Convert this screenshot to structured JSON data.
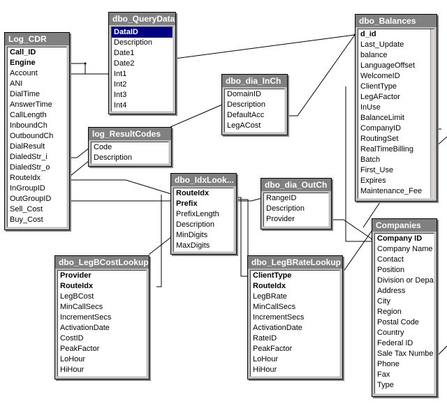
{
  "tables": {
    "log_cdr": {
      "title": "Log_CDR",
      "fields": [
        "Call_ID",
        "Engine",
        "Account",
        "ANI",
        "DialTime",
        "AnswerTime",
        "CallLength",
        "InboundCh",
        "OutboundCh",
        "DialResult",
        "DialedStr_i",
        "DialedStr_o",
        "RouteIdx",
        "InGroupID",
        "OutGroupID",
        "Sell_Cost",
        "Buy_Cost"
      ]
    },
    "dbo_querydata": {
      "title": "dbo_QueryData",
      "fields": [
        "DataID",
        "Description",
        "Date1",
        "Date2",
        "Int1",
        "Int2",
        "Int3",
        "Int4"
      ]
    },
    "dbo_dia_inch": {
      "title": "dbo_dia_InCh",
      "fields": [
        "DomainID",
        "Description",
        "DefaultAcc",
        "LegACost"
      ]
    },
    "log_resultcodes": {
      "title": "log_ResultCodes",
      "fields": [
        "Code",
        "Description"
      ]
    },
    "dbo_balances": {
      "title": "dbo_Balances",
      "fields": [
        "d_id",
        "Last_Update",
        "balance",
        "LanguageOffset",
        "WelcomeID",
        "ClientType",
        "LegAFactor",
        "InUse",
        "BalanceLimit",
        "CompanyID",
        "RoutingSet",
        "RealTimeBilling",
        "Batch",
        "First_Use",
        "Expires",
        "Maintenance_Fee"
      ]
    },
    "dbo_idxlookup": {
      "title": "dbo_IdxLook...",
      "fields": [
        "RouteIdx",
        "Prefix",
        "PrefixLength",
        "Description",
        "MinDigits",
        "MaxDigits"
      ]
    },
    "dbo_dia_outch": {
      "title": "dbo_dia_OutCh",
      "fields": [
        "RangeID",
        "Description",
        "Provider"
      ]
    },
    "companies": {
      "title": "Companies",
      "fields": [
        "Company ID",
        "Company Name",
        "Contact",
        "Position",
        "Division or Depart",
        "Address",
        "City",
        "Region",
        "Postal Code",
        "Country",
        "Federal ID",
        "Sale Tax Number",
        "Phone",
        "Fax",
        "Type"
      ]
    },
    "dbo_legbcostlookup": {
      "title": "dbo_LegBCostLookup",
      "fields": [
        "Provider",
        "RouteIdx",
        "LegBCost",
        "MinCallSecs",
        "IncrementSecs",
        "ActivationDate",
        "CostID",
        "PeakFactor",
        "LoHour",
        "HiHour"
      ]
    },
    "dbo_legbratelookup": {
      "title": "dbo_LegBRateLookup",
      "fields": [
        "ClientType",
        "RouteIdx",
        "LegBRate",
        "MinCallSecs",
        "IncrementSecs",
        "ActivationDate",
        "RateID",
        "PeakFactor",
        "LoHour",
        "HiHour"
      ]
    }
  }
}
